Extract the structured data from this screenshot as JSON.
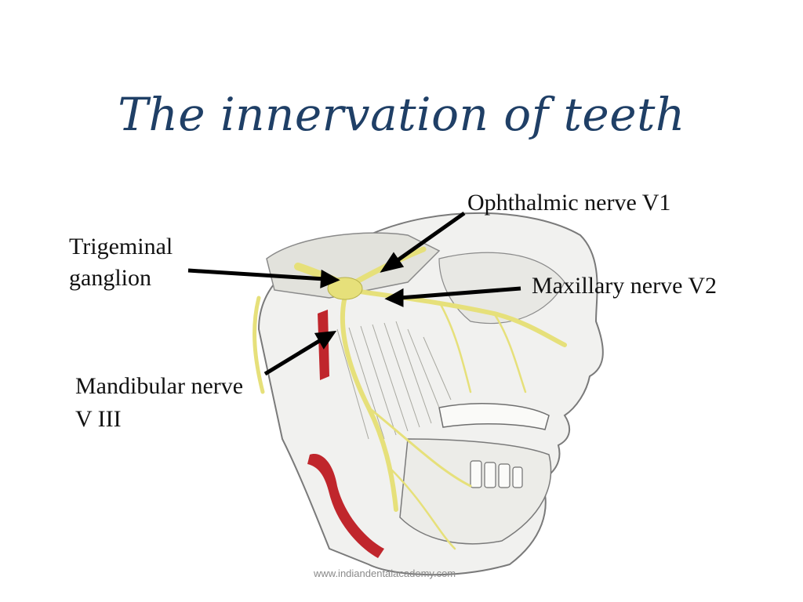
{
  "slide": {
    "title": "The innervation of teeth",
    "labels": {
      "ophthalmic": "Ophthalmic nerve V1",
      "trigeminal_line1": "Trigeminal",
      "trigeminal_line2": "ganglion",
      "maxillary": "Maxillary  nerve V2",
      "mandibular_line1": "Mandibular nerve",
      "mandibular_line2": "V III"
    },
    "footer": "www.indiandentalacademy.com"
  },
  "colors": {
    "title": "#1f3f66",
    "nerve": "#e6e07a",
    "artery": "#c0262c",
    "arrow": "#000000"
  }
}
